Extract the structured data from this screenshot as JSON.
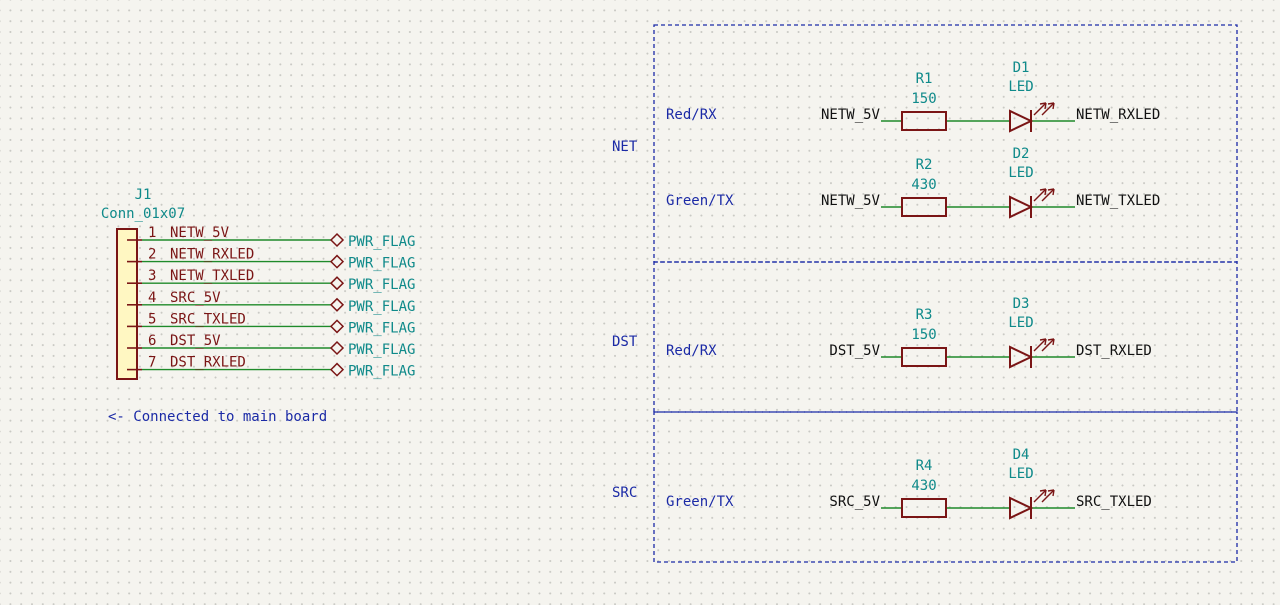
{
  "connector": {
    "ref": "J1",
    "value": "Conn_01x07",
    "pins": [
      {
        "num": "1",
        "name": "NETW_5V",
        "flag": "PWR_FLAG"
      },
      {
        "num": "2",
        "name": "NETW_RXLED",
        "flag": "PWR_FLAG"
      },
      {
        "num": "3",
        "name": "NETW_TXLED",
        "flag": "PWR_FLAG"
      },
      {
        "num": "4",
        "name": "SRC_5V",
        "flag": "PWR_FLAG"
      },
      {
        "num": "5",
        "name": "SRC_TXLED",
        "flag": "PWR_FLAG"
      },
      {
        "num": "6",
        "name": "DST_5V",
        "flag": "PWR_FLAG"
      },
      {
        "num": "7",
        "name": "DST_RXLED",
        "flag": "PWR_FLAG"
      }
    ],
    "note": "<- Connected to main board"
  },
  "groups": [
    {
      "name": "NET"
    },
    {
      "name": "DST"
    },
    {
      "name": "SRC"
    }
  ],
  "channels": [
    {
      "label": "Red/RX",
      "net_in": "NETW_5V",
      "res_ref": "R1",
      "res_value": "150",
      "led_ref": "D1",
      "led_value": "LED",
      "net_out": "NETW_RXLED"
    },
    {
      "label": "Green/TX",
      "net_in": "NETW_5V",
      "res_ref": "R2",
      "res_value": "430",
      "led_ref": "D2",
      "led_value": "LED",
      "net_out": "NETW_TXLED"
    },
    {
      "label": "Red/RX",
      "net_in": "DST_5V",
      "res_ref": "R3",
      "res_value": "150",
      "led_ref": "D3",
      "led_value": "LED",
      "net_out": "DST_RXLED"
    },
    {
      "label": "Green/TX",
      "net_in": "SRC_5V",
      "res_ref": "R4",
      "res_value": "430",
      "led_ref": "D4",
      "led_value": "LED",
      "net_out": "SRC_TXLED"
    }
  ],
  "colors": {
    "background": "#f5f4ef",
    "grid_dot": "#c9c9c4",
    "wire": "#1f8a2a",
    "symbol_body": "#7a1515",
    "connector_fill": "#fff7c2",
    "reference": "#0f8a8a",
    "note": "#1b2aa6"
  }
}
